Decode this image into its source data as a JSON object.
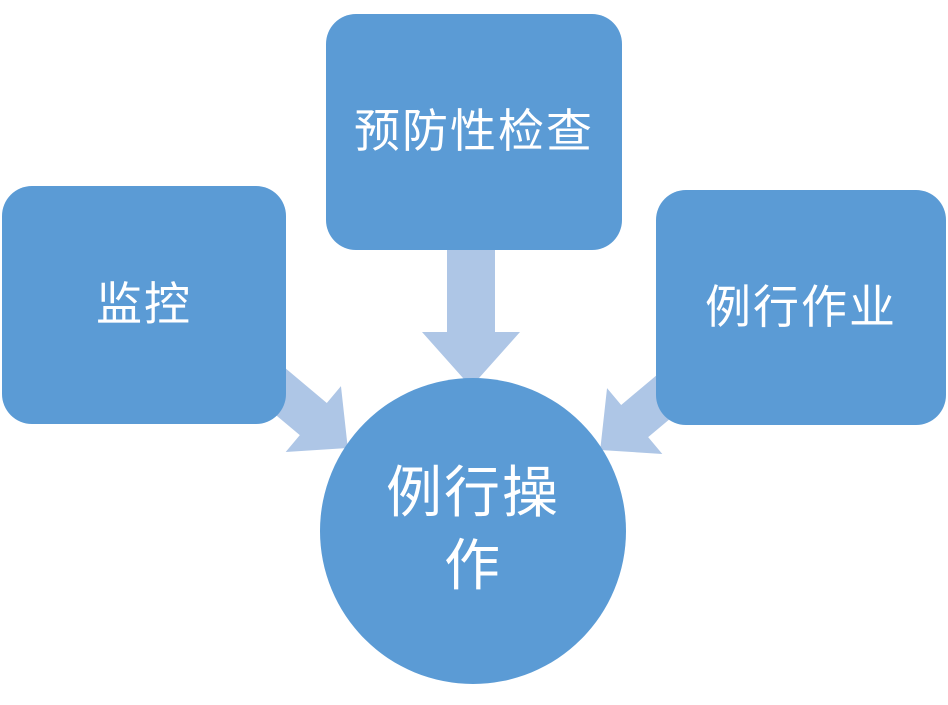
{
  "diagram": {
    "title": "routine-operations-flow",
    "background_color": "#ffffff",
    "node_color": "#5b9bd5",
    "arrow_color": "#aec6e6",
    "text_color": "#ffffff",
    "nodes": {
      "left": {
        "label": "监控"
      },
      "top": {
        "label": "预防性检查"
      },
      "right": {
        "label": "例行作业"
      },
      "center": {
        "label": "例行操作"
      }
    },
    "edges": [
      {
        "from": "left",
        "to": "center"
      },
      {
        "from": "top",
        "to": "center"
      },
      {
        "from": "right",
        "to": "center"
      }
    ]
  }
}
